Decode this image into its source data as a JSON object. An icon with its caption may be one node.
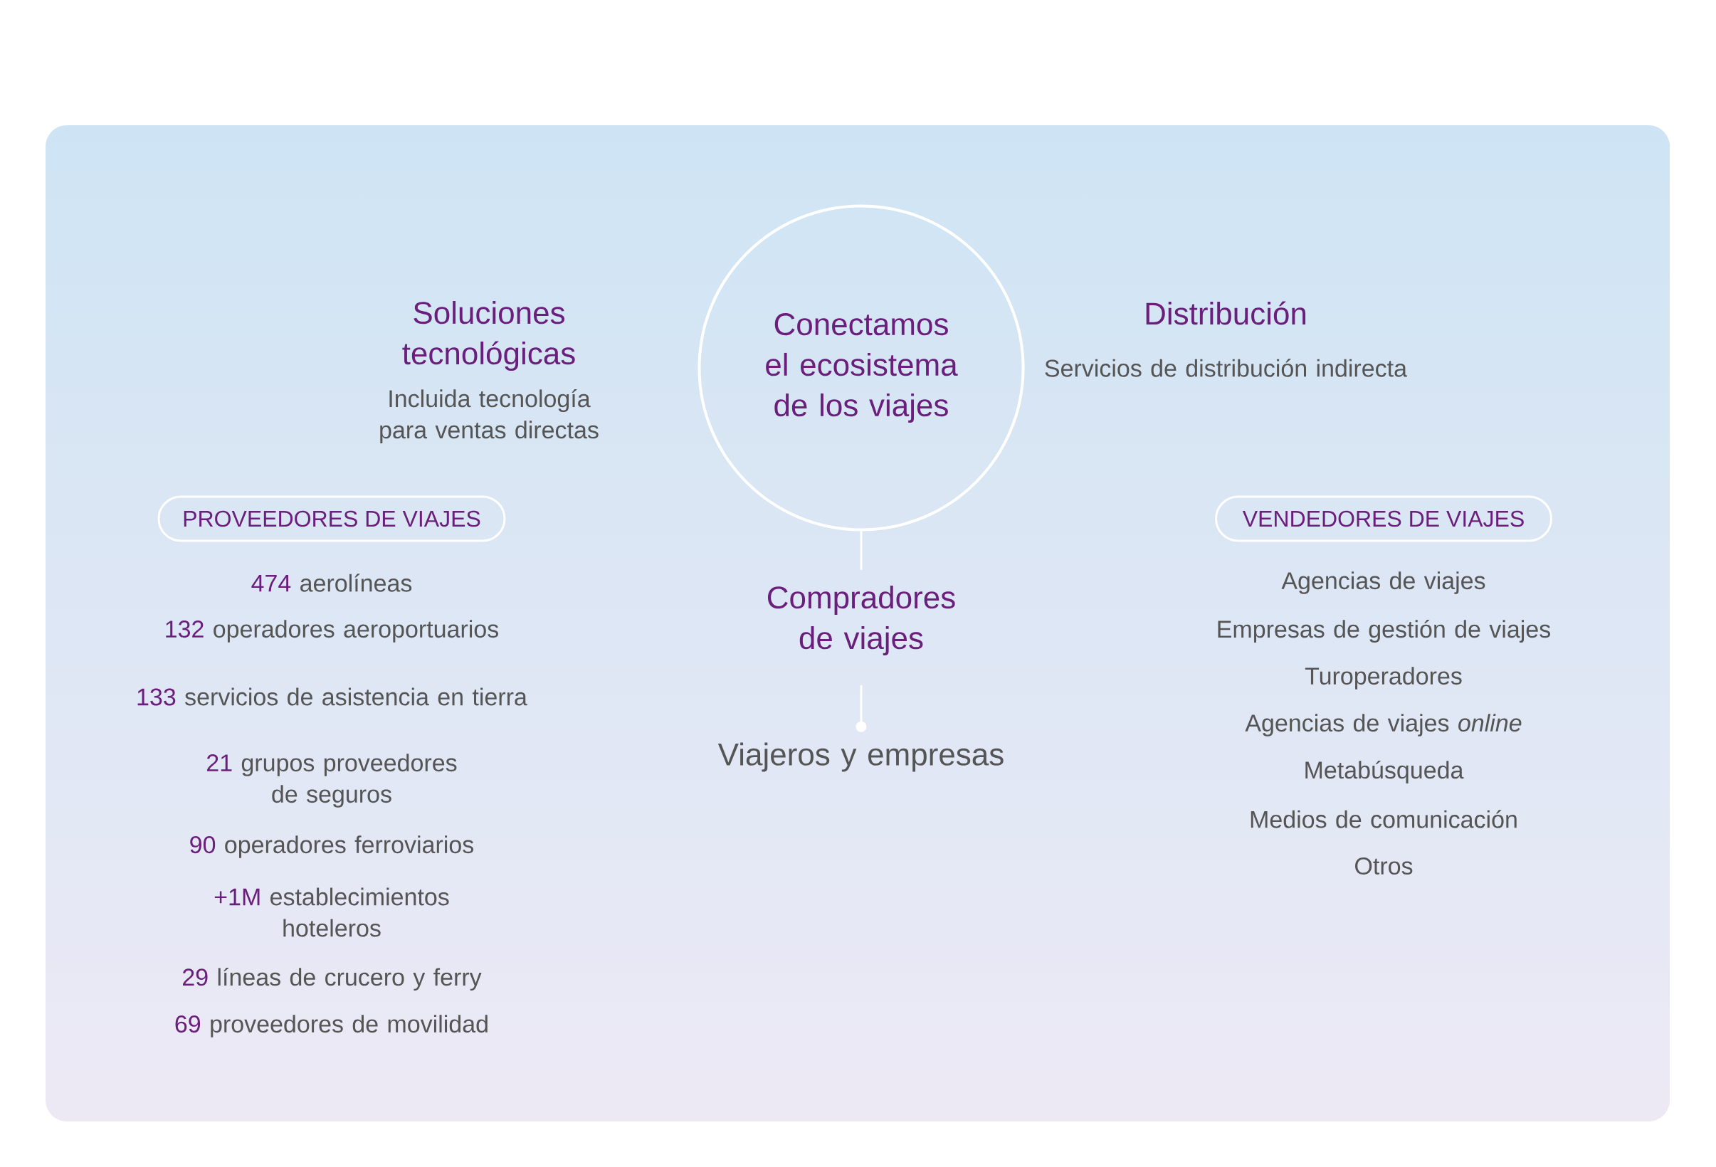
{
  "diagram": {
    "nodes": [
      {
        "text": [
          "Conectamos el ecosistema de los viajes"
        ]
      },
      {
        "text": [
          "Compradores de viajes"
        ]
      },
      {
        "text": [
          "Viajeros y empresas"
        ]
      },
      {
        "text": [
          "PROVEEDORES DE VIAJES"
        ]
      },
      {
        "text": [
          "VENDEDORES DE VIAJES"
        ]
      }
    ],
    "edges": [
      {
        "from": 0,
        "to": 1,
        "arrow": "none"
      },
      {
        "from": 1,
        "to": 2,
        "arrow": "other"
      }
    ],
    "labels": [
      "Soluciones tecnológicas",
      "Incluida tecnología para ventas directas",
      "Distribución",
      "Servicios de distribución indirecta",
      "474",
      "aerolíneas",
      "132",
      "operadores aeroportuarios",
      "133",
      "servicios de asistencia en tierra",
      "21",
      "grupos proveedores de seguros",
      "90",
      "operadores ferroviarios",
      "+1M",
      "establecimientos hoteleros",
      "29",
      "líneas de crucero y ferry",
      "69",
      "proveedores de movilidad",
      "Agencias de viajes",
      "Empresas de gestión de viajes",
      "Turoperadores",
      "Agencias de viajes *online*",
      "Metabúsqueda",
      "Medios de comunicación",
      "Otros"
    ]
  }
}
